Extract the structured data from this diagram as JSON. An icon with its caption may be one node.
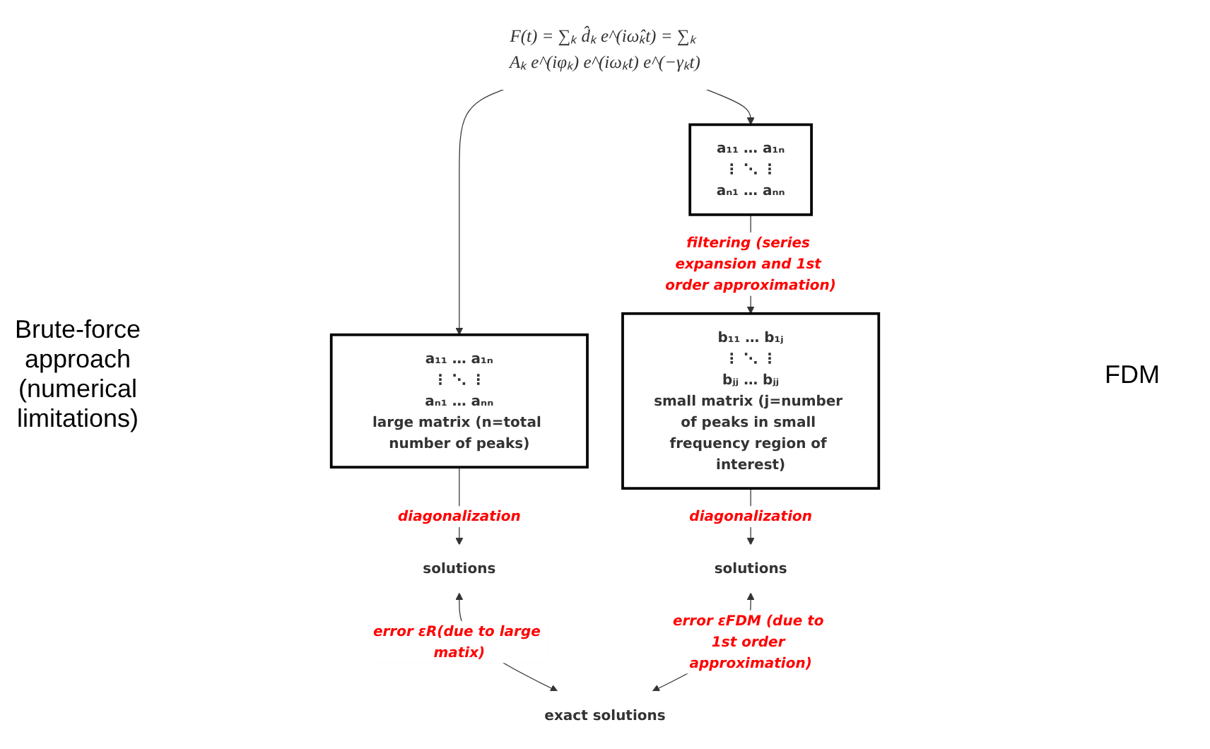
{
  "diagram": {
    "nodes": [
      {
        "text": [
          "F(t) = ∑ₖ d̂ₖ e^(iω̂ₖt) = ∑ₖ Aₖ e^(iφₖ) e^(iωₖt) e^(−γₖt)"
        ]
      },
      {
        "text": [
          "a₁₁ … a₁ₙ",
          "⋮ ⋱ ⋮",
          "aₙ₁ … aₙₙ",
          "large matrix (n=total number of peaks)"
        ]
      },
      {
        "text": [
          "a₁₁ … a₁ₙ",
          "⋮ ⋱ ⋮",
          "aₙ₁ … aₙₙ"
        ]
      },
      {
        "text": [
          "b₁₁ … b₁ⱼ",
          "⋮ ⋱ ⋮",
          "bⱼⱼ … bⱼⱼ",
          "small matrix (j=number of peaks in small frequency region of interest)"
        ]
      },
      {
        "text": [
          "solutions"
        ]
      },
      {
        "text": [
          "solutions"
        ]
      },
      {
        "text": [
          "exact solutions"
        ]
      }
    ],
    "edges": [
      {
        "from": 0,
        "to": 1,
        "arrow": "to"
      },
      {
        "from": 0,
        "to": 2,
        "arrow": "to"
      },
      {
        "from": 2,
        "to": 3,
        "arrow": "to",
        "label": "filtering (series expansion and 1st order approximation)"
      },
      {
        "from": 1,
        "to": 4,
        "arrow": "to",
        "label": "diagonalization"
      },
      {
        "from": 3,
        "to": 5,
        "arrow": "to",
        "label": "diagonalization"
      },
      {
        "from": 4,
        "to": 6,
        "arrow": "both",
        "label": "error εR(due to large matix)"
      },
      {
        "from": 5,
        "to": 6,
        "arrow": "both",
        "label": "error εFDM (due to 1st order approximation)"
      }
    ],
    "labels": [
      "Brute-force approach (numerical limitations)",
      "FDM"
    ]
  }
}
